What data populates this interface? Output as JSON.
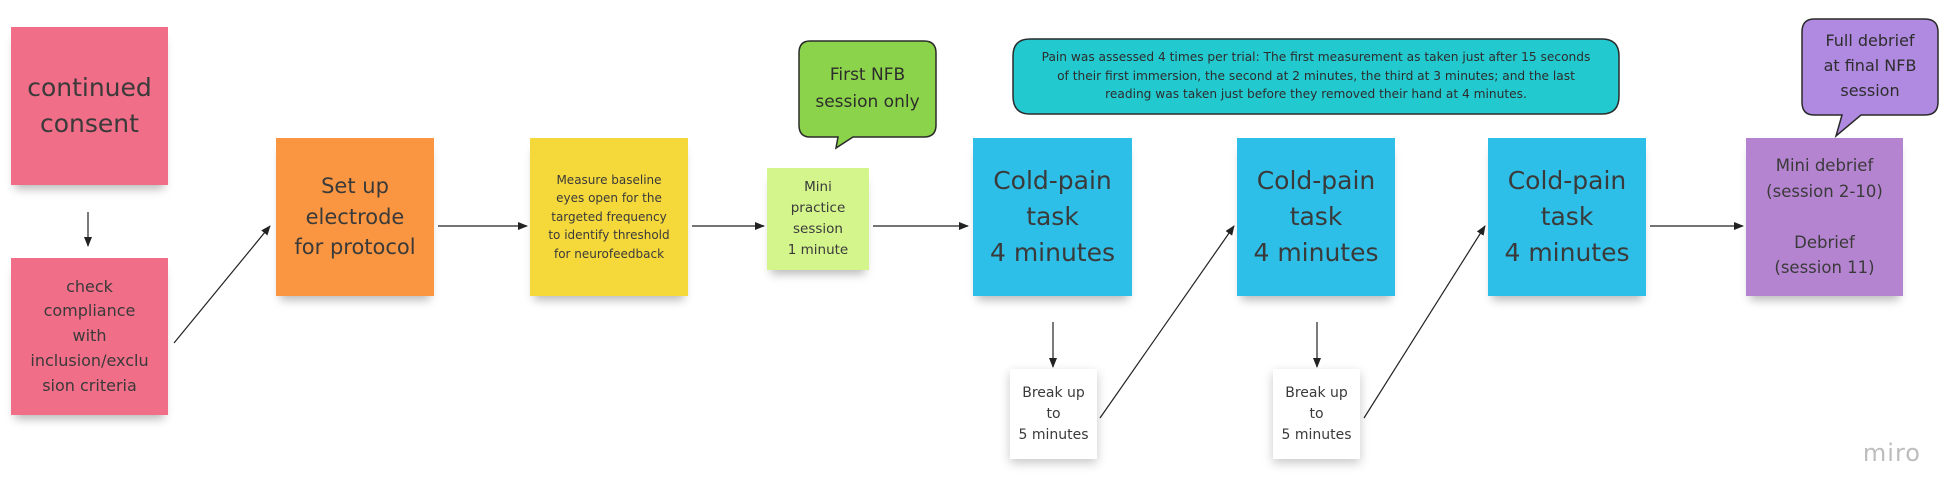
{
  "notes": {
    "consent": "continued\nconsent",
    "compliance": "check\ncompliance\nwith\ninclusion/exclu\nsion criteria",
    "electrode": "Set up\nelectrode\nfor protocol",
    "baseline": "Measure baseline\neyes open for the\ntargeted frequency\nto identify threshold\nfor neurofeedback",
    "practice": "Mini\npractice\nsession\n1 minute",
    "cold1": "Cold-pain\ntask\n4 minutes",
    "cold2": "Cold-pain\ntask\n4 minutes",
    "cold3": "Cold-pain\ntask\n4 minutes",
    "break1": "Break up\nto\n5 minutes",
    "break2": "Break up\nto\n5 minutes",
    "debrief": "Mini debrief\n(session 2-10)\n\nDebrief\n(session 11)"
  },
  "callouts": {
    "first_nfb": "First NFB\nsession only",
    "pain_assessment": "Pain was assessed 4 times per trial: The first measurement  as taken just after 15 seconds\nof their first immersion, the second at 2 minutes, the third at 3 minutes;  and the last\nreading was taken just before they removed their hand at 4 minutes.",
    "full_debrief": "Full debrief\nat final NFB\nsession"
  },
  "colors": {
    "pink": "#f06e88",
    "orange": "#fa9641",
    "yellow": "#f5d83a",
    "light_green": "#d4f58c",
    "cyan": "#2ebfe8",
    "white_note": "#ffffff",
    "purple": "#b584d0",
    "callout_green": "#8bd34a",
    "callout_cyan": "#22c9cf",
    "callout_purple": "#b08ae0"
  },
  "logo": "miro"
}
